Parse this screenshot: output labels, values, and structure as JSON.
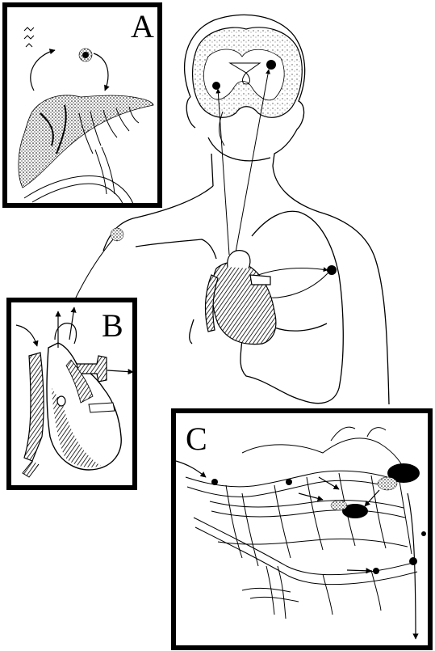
{
  "figure": {
    "panels": [
      {
        "id": "A",
        "label": "A"
      },
      {
        "id": "B",
        "label": "B"
      },
      {
        "id": "C",
        "label": "C"
      }
    ],
    "colors": {
      "ink": "#000000",
      "paper": "#ffffff",
      "tumor": "#111111"
    }
  }
}
